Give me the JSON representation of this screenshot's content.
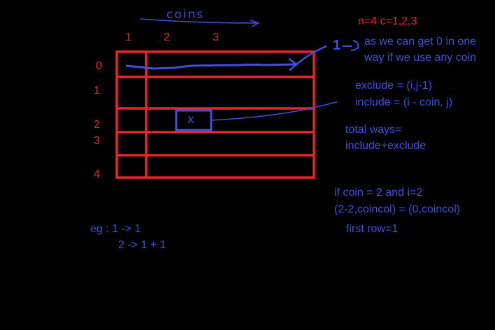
{
  "header": {
    "coins_label": "coins",
    "params": "n=4 c=1,2,3"
  },
  "column_labels": [
    "1",
    "2",
    "3"
  ],
  "row_labels": [
    "0",
    "1",
    "2",
    "3",
    "4"
  ],
  "cell_mark": "x",
  "arrow_mark": "1",
  "notes": {
    "first_row_line1": "as we can get 0 in one",
    "first_row_line2": "way if we use any coin",
    "exclude": "exclude = (i,j-1)",
    "include": "include = (i - coin, j)",
    "total_line1": "total ways=",
    "total_line2": "include+exclude",
    "if_line1": "if coin = 2 and i=2",
    "if_line2": "(2-2,coincol) = (0,coincol)",
    "if_line3": "first row=1",
    "eg_line1": "eg :  1 -> 1",
    "eg_line2": "2 -> 1 + 1"
  },
  "colors": {
    "background": "#000000",
    "grid": "#e8262a",
    "ink_red": "#e8262a",
    "ink_blue": "#3f4fe0"
  }
}
